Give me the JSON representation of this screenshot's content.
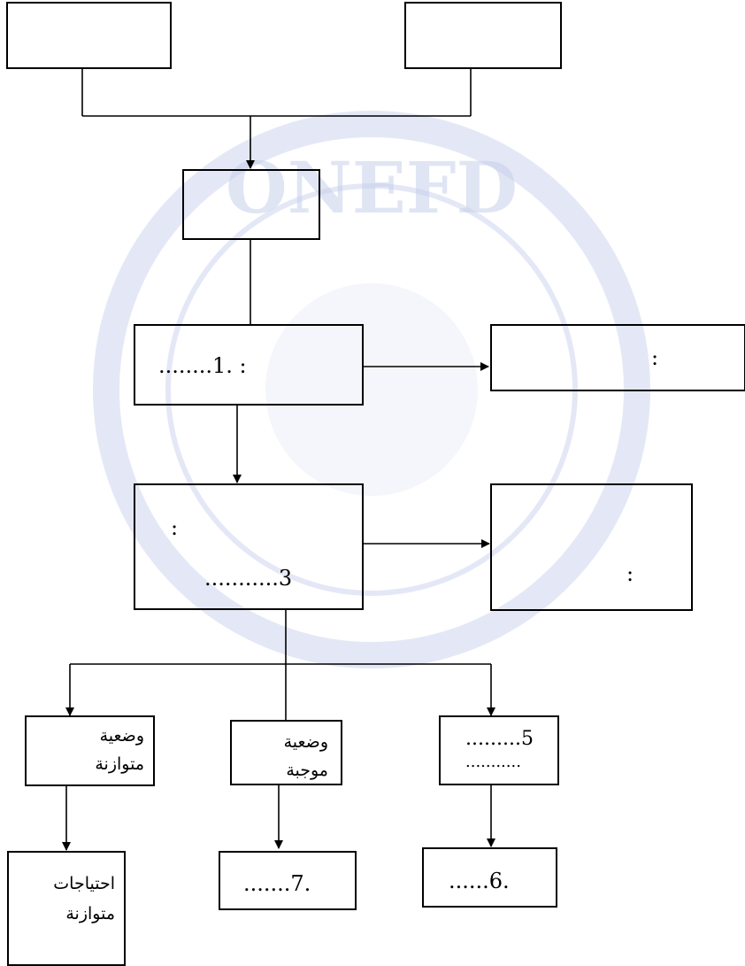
{
  "watermark": {
    "text": "ONEFD"
  },
  "boxes": {
    "box_b": {
      "text": "........1. :"
    },
    "box_c": {
      "text": ":"
    },
    "box_d": {
      "line1": ":",
      "line2": "...........3"
    },
    "box_e": {
      "text": ":"
    },
    "box_f": {
      "line1": "وضعية",
      "line2": "متوازنة"
    },
    "box_g": {
      "line1": "وضعية",
      "line2": "موجبة"
    },
    "box_h": {
      "line1": ".........5",
      "line2": "..........."
    },
    "box_i": {
      "line1": "احتياجات",
      "line2": "متوازنة"
    },
    "box_j": {
      "text": ".......7."
    },
    "box_k": {
      "text": "......6."
    }
  },
  "colors": {
    "line": "#000000",
    "watermark": "#b9c4e6"
  }
}
